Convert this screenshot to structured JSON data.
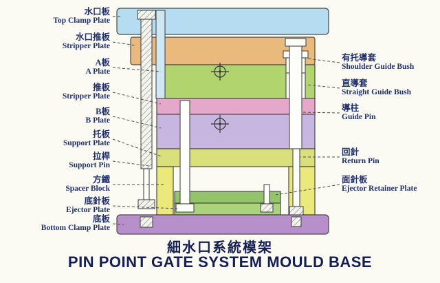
{
  "titles": {
    "chinese": "細水口系統模架",
    "english": "PIN POINT GATE SYSTEM MOULD BASE"
  },
  "left_labels": [
    {
      "zh": "水口板",
      "en": "Top Clamp Plate"
    },
    {
      "zh": "水口推板",
      "en": "Stripper Plate"
    },
    {
      "zh": "A板",
      "en": "A Plate"
    },
    {
      "zh": "推板",
      "en": "Stripper Plate"
    },
    {
      "zh": "B板",
      "en": "B Plate"
    },
    {
      "zh": "托板",
      "en": "Support Plate"
    },
    {
      "zh": "拉桿",
      "en": "Support Pin"
    },
    {
      "zh": "方鐵",
      "en": "Spacer Block"
    },
    {
      "zh": "底針板",
      "en": "Ejector Plate"
    },
    {
      "zh": "底板",
      "en": "Bottom Clamp Plate"
    }
  ],
  "right_labels": [
    {
      "zh": "有托導套",
      "en": "Shoulder Guide Bush"
    },
    {
      "zh": "直導套",
      "en": "Straight Guide Bush"
    },
    {
      "zh": "導柱",
      "en": "Guide Pin"
    },
    {
      "zh": "回針",
      "en": "Return Pin"
    },
    {
      "zh": "面針板",
      "en": "Ejector Retainer Plate"
    }
  ],
  "colors": {
    "label_text": "#22306e",
    "title_text": "#141e52",
    "plate_top_clamp": "#b5dcf0",
    "plate_runner_stripper": "#e9ba7c",
    "plate_a": "#b2d46e",
    "plate_stripper": "#e6a8ca",
    "plate_b": "#c6b6e0",
    "plate_support": "#d9e07b",
    "spacer_block": "#ebe87c",
    "ejector_retainer_plate": "#93c469",
    "ejector_plate": "#abd37c",
    "plate_bottom_clamp": "#b78fca"
  }
}
